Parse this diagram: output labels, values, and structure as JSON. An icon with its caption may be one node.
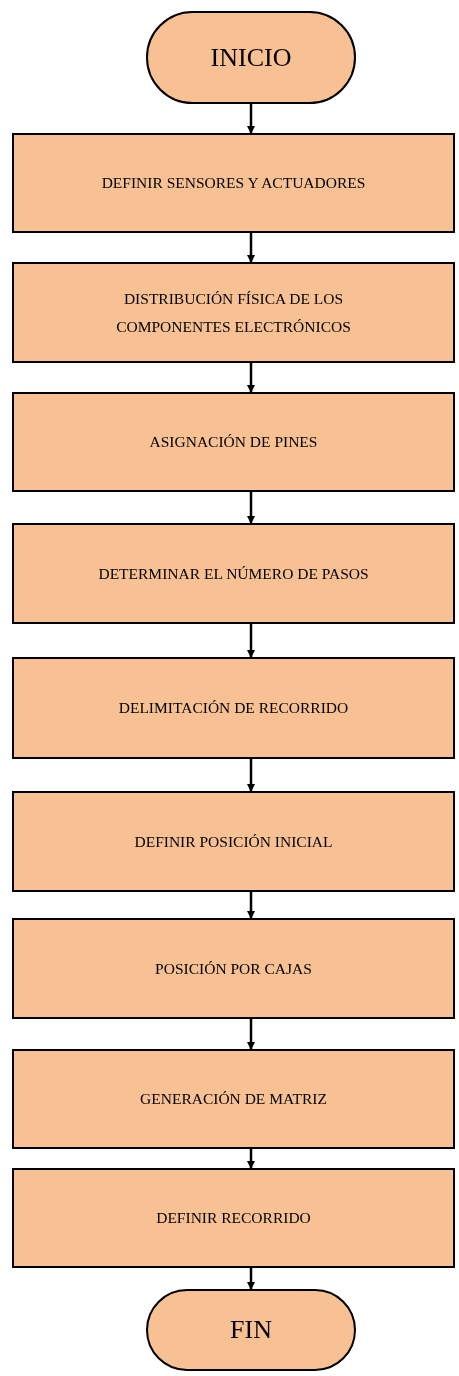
{
  "diagram": {
    "nodes": [
      {
        "text": [
          "INICIO"
        ]
      },
      {
        "text": [
          "DEFINIR SENSORES Y ACTUADORES"
        ]
      },
      {
        "text": [
          "DISTRIBUCIÓN FÍSICA DE LOS COMPONENTES ELECTRÓNICOS"
        ]
      },
      {
        "text": [
          "ASIGNACIÓN DE PINES"
        ]
      },
      {
        "text": [
          "DETERMINAR EL NÚMERO DE PASOS"
        ]
      },
      {
        "text": [
          "DELIMITACIÓN DE RECORRIDO"
        ]
      },
      {
        "text": [
          "DEFINIR POSICIÓN INICIAL"
        ]
      },
      {
        "text": [
          "POSICIÓN POR CAJAS"
        ]
      },
      {
        "text": [
          "GENERACIÓN DE MATRIZ"
        ]
      },
      {
        "text": [
          "DEFINIR RECORRIDO"
        ]
      },
      {
        "text": [
          "FIN"
        ]
      }
    ],
    "edges": [
      {
        "from": 0,
        "to": 1,
        "arrow": "to"
      },
      {
        "from": 1,
        "to": 2,
        "arrow": "to"
      },
      {
        "from": 2,
        "to": 3,
        "arrow": "to"
      },
      {
        "from": 3,
        "to": 4,
        "arrow": "to"
      },
      {
        "from": 4,
        "to": 5,
        "arrow": "to"
      },
      {
        "from": 5,
        "to": 6,
        "arrow": "to"
      },
      {
        "from": 6,
        "to": 7,
        "arrow": "to"
      },
      {
        "from": 7,
        "to": 8,
        "arrow": "to"
      },
      {
        "from": 8,
        "to": 9,
        "arrow": "to"
      },
      {
        "from": 9,
        "to": 10,
        "arrow": "to"
      }
    ]
  }
}
